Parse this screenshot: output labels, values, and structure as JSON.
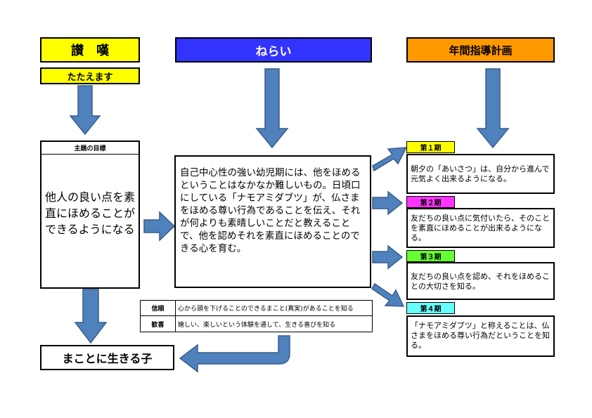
{
  "headers": {
    "sandan": "讃　嘆",
    "tataemasu": "たたえます",
    "nerai": "ねらい",
    "nenkan": "年間指導計画"
  },
  "goal": {
    "label": "主題の目標",
    "text": "他人の良い点を素直にほめることができるようになる"
  },
  "aim": {
    "text": "自己中心性の強い幼児期には、他をほめるということはなかなか難しいもの。日頃口にしている「ナモアミダブツ」が、仏さまをほめる尊い行為であることを伝え、それが何よりも素晴しいことだと教えることで、他を認めそれを素直にほめることのできる心を育む。"
  },
  "values": [
    {
      "key": "信順",
      "text": "心から頭を下げることのできるまこと(真実)があることを知る"
    },
    {
      "key": "歓喜",
      "text": "嬉しい、楽しいという体験を通して、生きる喜びを知る"
    }
  ],
  "outcome": "まことに生きる子",
  "terms": [
    {
      "label": "第１期",
      "color": "#ffff00",
      "text": "朝夕の「あいさつ」は、自分から進んで元気よく出来るようになる。"
    },
    {
      "label": "第２期",
      "color": "#ff33ff",
      "text": "友だちの良い点に気付いたら、そのことを素直にほめることが出来るようになる。"
    },
    {
      "label": "第３期",
      "color": "#66ff33",
      "text": "友だちの良い点を認め、それをほめることの大切さを知る。"
    },
    {
      "label": "第４期",
      "color": "#66ffff",
      "text": "「ナモアミダブツ」と称えることは、仏さまをほめる尊い行為だということを知る。"
    }
  ],
  "colors": {
    "yellow": "#ffff00",
    "blue": "#3333ff",
    "orange": "#ff9900",
    "arrow_fill": "#4f81bd",
    "arrow_stroke": "#385d8a"
  }
}
